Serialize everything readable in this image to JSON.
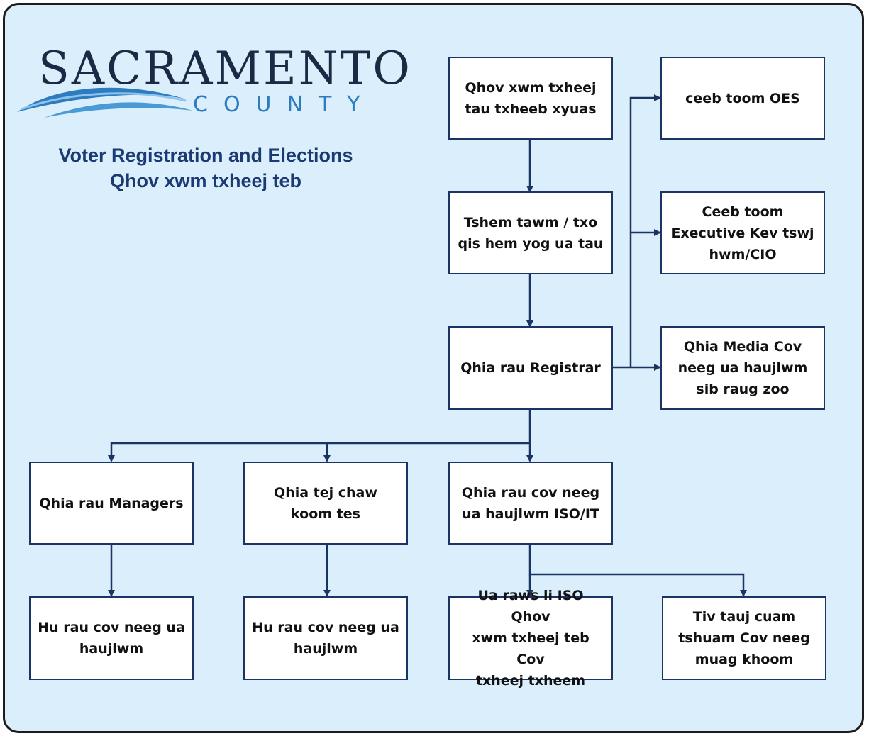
{
  "logo": {
    "word": "SACRAMENTO",
    "county": "COUNTY"
  },
  "title": {
    "line1": "Voter Registration and Elections",
    "line2": "Qhov xwm txheej teb"
  },
  "colors": {
    "panel": "#daeefb",
    "box_border": "#1b3464",
    "connector": "#1b3464",
    "title": "#1b3a73",
    "logo_wave": "#2f7bbf"
  },
  "nodes": {
    "incident_discovered": "Qhov xwm txheej\ntau txheeb xyuas",
    "assess_impact": "Tshem tawm / txo\nqis hem yog ua tau",
    "notify_registrar": "Qhia rau Registrar",
    "contact_oes": "ceeb toom OES",
    "contact_executive_cio": "Ceeb toom\nExecutive Kev tswj\nhwm/CIO",
    "notify_media": "Qhia Media Cov\nneeg ua haujlwm\nsib raug zoo",
    "notify_managers": "Qhia rau Managers",
    "notify_county_counsel": "Qhia tej chaw\nkoom tes",
    "notify_iso_it": "Qhia rau cov neeg\nua haujlwm ISO/IT",
    "staff_under_managers": "Hu rau cov neeg ua\nhaujlwm",
    "staff_under_counsel": "Hu rau cov neeg ua\nhaujlwm",
    "follow_iso_plan": "Ua raws li ISO Qhov\nxwm txheej teb Cov\ntxheej txheem",
    "contact_affected_people": "Tiv tauj cuam\ntshuam Cov neeg\nmuag khoom"
  }
}
